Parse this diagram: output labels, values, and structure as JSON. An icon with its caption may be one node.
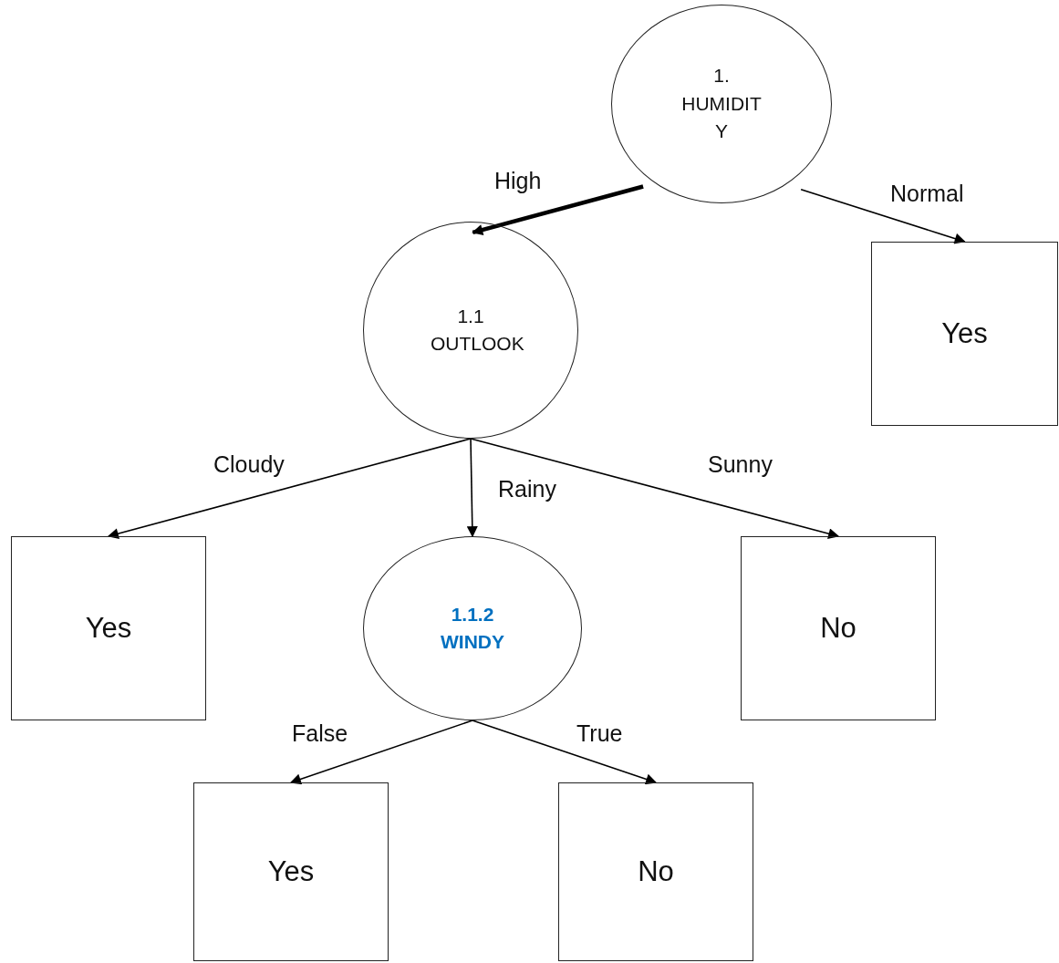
{
  "diagram": {
    "nodes": [
      {
        "text": [
          "1. HUMIDITY"
        ]
      },
      {
        "text": [
          "1.1 OUTLOOK"
        ]
      },
      {
        "text": [
          "Yes"
        ]
      },
      {
        "text": [
          "Yes"
        ]
      },
      {
        "text": [
          "1.1.2 WINDY"
        ]
      },
      {
        "text": [
          "No"
        ]
      },
      {
        "text": [
          "Yes"
        ]
      },
      {
        "text": [
          "No"
        ]
      }
    ],
    "edges": [
      {
        "from": 0,
        "to": 1,
        "arrow": "to",
        "label": "High",
        "style": "thick"
      },
      {
        "from": 0,
        "to": 2,
        "arrow": "to",
        "label": "Normal"
      },
      {
        "from": 1,
        "to": 3,
        "arrow": "to",
        "label": "Cloudy"
      },
      {
        "from": 1,
        "to": 4,
        "arrow": "to",
        "label": "Rainy"
      },
      {
        "from": 1,
        "to": 5,
        "arrow": "to",
        "label": "Sunny"
      },
      {
        "from": 4,
        "to": 6,
        "arrow": "to",
        "label": "False"
      },
      {
        "from": 4,
        "to": 7,
        "arrow": "to",
        "label": "True"
      }
    ]
  }
}
